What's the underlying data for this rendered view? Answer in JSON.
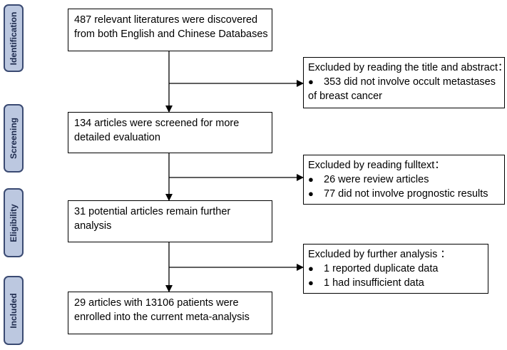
{
  "stages": [
    {
      "id": "identification",
      "label": "Identification"
    },
    {
      "id": "screening",
      "label": "Screening"
    },
    {
      "id": "eligibility",
      "label": "Eligibility"
    },
    {
      "id": "included",
      "label": "Included"
    }
  ],
  "flow": {
    "identified": {
      "lines": [
        "487 relevant literatures were discovered",
        "from both English and Chinese Databases"
      ]
    },
    "screened": {
      "lines": [
        "134 articles were screened for more",
        "detailed evaluation"
      ]
    },
    "eligible": {
      "lines": [
        "31 potential articles remain further",
        "analysis"
      ]
    },
    "included": {
      "lines": [
        "29 articles with 13106 patients were",
        "enrolled into the current meta-analysis"
      ]
    }
  },
  "exclusions": {
    "title_abstract": {
      "title": "Excluded by reading the title and abstract：",
      "bullet": "●",
      "items": [
        {
          "text": "353 did not involve occult metastases",
          "continuation": "of breast cancer"
        }
      ]
    },
    "fulltext": {
      "title": "Excluded by reading  fulltext：",
      "bullet": "●",
      "items": [
        {
          "text": "26 were review articles",
          "continuation": ""
        },
        {
          "text": "77  did not involve prognostic results",
          "continuation": ""
        }
      ]
    },
    "further": {
      "title": "Excluded by further analysis ：",
      "bullet": "●",
      "items": [
        {
          "text": "1 reported duplicate data",
          "continuation": ""
        },
        {
          "text": "1  had insufficient data",
          "continuation": ""
        }
      ]
    }
  },
  "colors": {
    "stage_fill": "#bcc8e0",
    "stage_border": "#3a4a72",
    "line": "#000000"
  }
}
